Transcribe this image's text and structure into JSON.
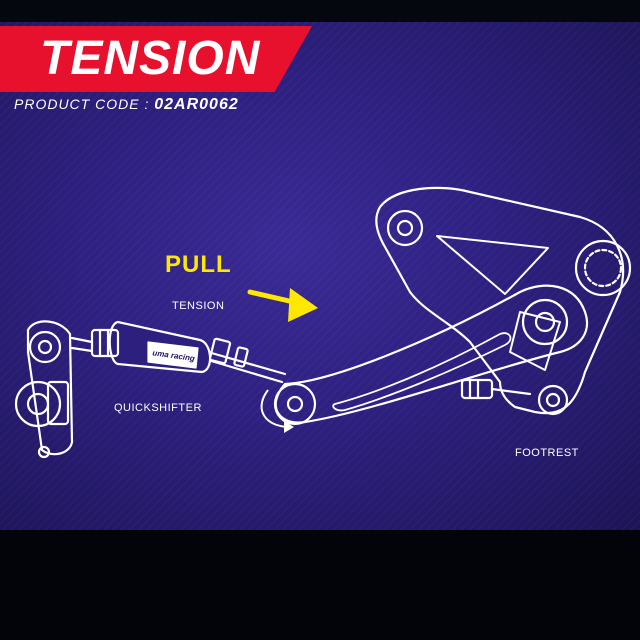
{
  "title": "TENSION",
  "product_code": {
    "label": "PRODUCT CODE :",
    "value": "02AR0062"
  },
  "annotation": {
    "main": "PULL",
    "sub": "TENSION"
  },
  "captions": {
    "quickshifter": "QUICKSHIFTER",
    "footrest": "FOOTREST"
  },
  "brand_mark": "uma racing",
  "colors": {
    "banner": "#e8112d",
    "accent_arrow": "#ffe800",
    "background": "#2c1f7e",
    "line_art": "#ffffff"
  },
  "icons": [
    "arrow-right-icon",
    "rotation-arrow-icon"
  ]
}
